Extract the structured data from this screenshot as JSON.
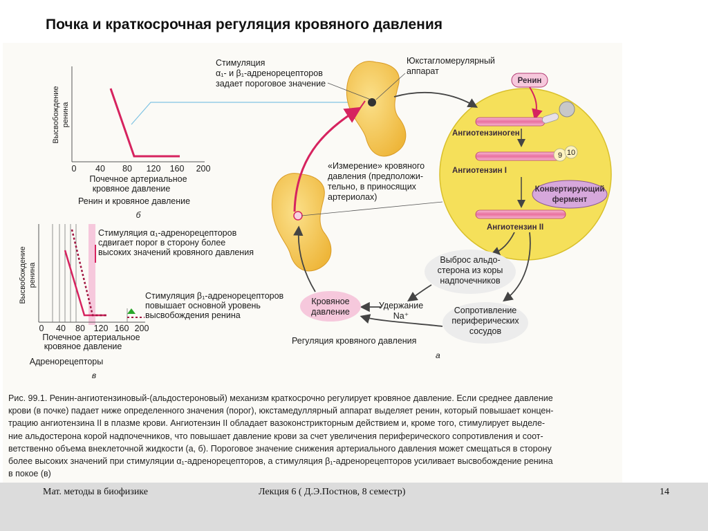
{
  "slide": {
    "title": "Почка и краткосрочная регуляция  кровяного давления"
  },
  "graph_b": {
    "ylabel_1": "Высвобождение",
    "ylabel_2": "ренина",
    "ticks": [
      "0",
      "40",
      "80",
      "120",
      "160",
      "200"
    ],
    "xlabel_1": "Почечное артериальное",
    "xlabel_2": "кровяное давление",
    "title": "Ренин и кровяное давление",
    "letter": "б"
  },
  "graph_v": {
    "ylabel_1": "Высвобождение",
    "ylabel_2": "ренина",
    "ticks": [
      "0",
      "40",
      "80",
      "120",
      "160",
      "200"
    ],
    "xlabel_1": "Почечное артериальное",
    "xlabel_2": "кровяное давление",
    "title": "Адренорецепторы",
    "letter": "в"
  },
  "labels": {
    "alpha_stim_1": "Стимуляция α₁-адренорецепторов",
    "alpha_stim_2": "сдвигает порог в сторону более",
    "alpha_stim_3": "высоких значений кровяного давления",
    "beta_stim_1": "Стимуляция β₁-адренорецепторов",
    "beta_stim_2": "повышает основной уровень",
    "beta_stim_3": "высвобождения ренина",
    "threshold_1": "Стимуляция",
    "threshold_2": "α₁- и β₁-адренорецепторов",
    "threshold_3": "задает пороговое значение",
    "jga_1": "Юкстагломерулярный",
    "jga_2": "аппарат",
    "measure_1": "«Измерение» кровяного",
    "measure_2": "давления (предположи-",
    "measure_3": "тельно, в приносящих",
    "measure_4": "артериолах)",
    "renin": "Ренин",
    "angiotensinogen": "Ангиотензиноген",
    "angiotensin_1": "Ангиотензин I",
    "angiotensin_2": "Ангиотензин II",
    "ace_1": "Конвертирующий",
    "ace_2": "фермент",
    "num_9": "9",
    "num_10": "10",
    "aldo_1": "Выброс альдо-",
    "aldo_2": "стерона из коры",
    "aldo_3": "надпочечников",
    "na_1": "Удержание",
    "na_2": "Na⁺",
    "resist_1": "Сопротивление",
    "resist_2": "периферических",
    "resist_3": "сосудов",
    "bp_1": "Кровяное",
    "bp_2": "давление",
    "regulation": "Регуляция кровяного давления",
    "letter_a": "а"
  },
  "caption": {
    "lines": [
      "Рис. 99.1. Ренин-ангиотензиновый-(альдостероновый) механизм краткосрочно регулирует кровяное давление. Если среднее давление",
      "крови (в почке) падает ниже определенного значения (порог), юкстамедуллярный аппарат выделяет ренин, который повышает концен-",
      "трацию ангиотензина II в плазме крови. Ангиотензин II обладает вазоконстрикторным действием и, кроме того, стимулирует выделе-",
      "ние альдостерона корой надпочечников, что повышает давление крови за счет увеличения периферического сопротивления и соот-",
      "ветственно объема внеклеточной жидкости (а, б). Пороговое значение снижения артериального давления может смещаться в сторону",
      "более высоких значений при стимуляции α₁-адренорецепторов, а стимуляция β₁-адренорецепторов усиливает высвобождение ренина",
      "в покое (в)"
    ]
  },
  "footer": {
    "left": "Мат. методы в биофизике",
    "center": "Лекция 6 ( Д.Э.Постнов, 8 семестр)",
    "page": "14"
  },
  "colors": {
    "curve": "#d6235f",
    "circle": "#f5e05a",
    "kidney": "#f2c244",
    "arrow": "#444444",
    "pink_bubble": "#f6c8dc",
    "grey_bubble": "#ececec"
  }
}
